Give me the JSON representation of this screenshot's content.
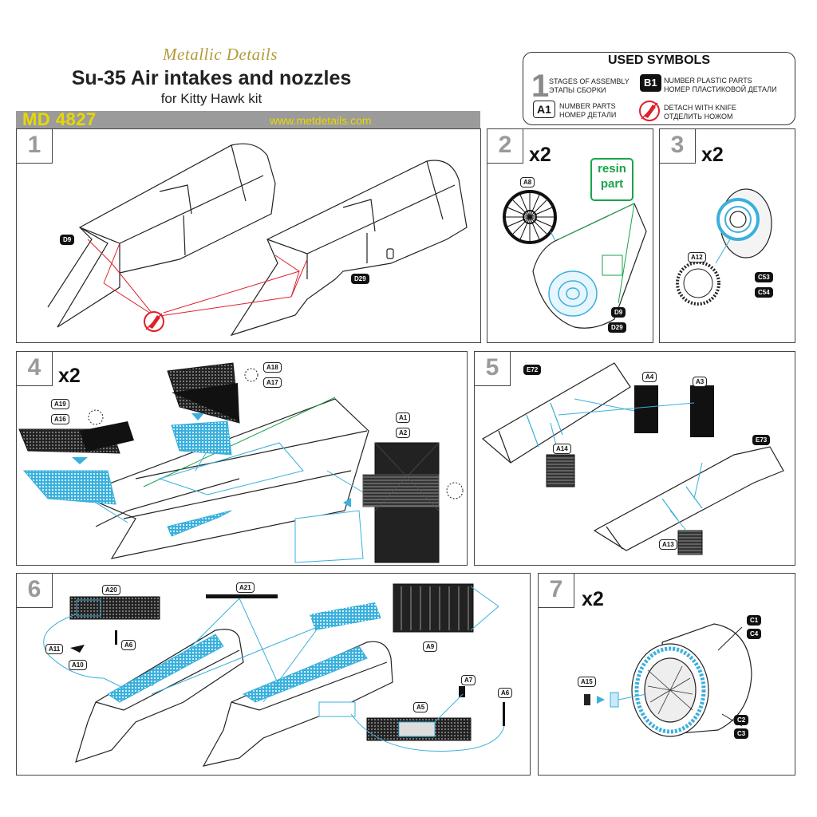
{
  "header": {
    "brand": "Metallic Details",
    "title": "Su-35 Air intakes and nozzles",
    "subtitle": "for Kitty Hawk kit",
    "product_code": "MD 4827",
    "website": "www.metdetails.com"
  },
  "legend": {
    "title": "USED SYMBOLS",
    "stage_sample": "1",
    "stage_en": "STAGES OF ASSEMBLY",
    "stage_ru": "ЭТАПЫ СБОРКИ",
    "plastic_sample": "B1",
    "plastic_en": "NUMBER PLASTIC PARTS",
    "plastic_ru": "НОМЕР ПЛАСТИКОВОЙ ДЕТАЛИ",
    "part_sample": "A1",
    "part_en": "NUMBER PARTS",
    "part_ru": "НОМЕР ДЕТАЛИ",
    "knife_en": "DETACH WITH KNIFE",
    "knife_ru": "ОТДЕЛИТЬ НОЖОМ"
  },
  "steps": [
    {
      "num": "1",
      "qty": "",
      "labels": [
        "D9",
        "D29"
      ]
    },
    {
      "num": "2",
      "qty": "x2",
      "labels": [
        "A8",
        "D9",
        "D29"
      ],
      "note_line1": "resin",
      "note_line2": "part"
    },
    {
      "num": "3",
      "qty": "x2",
      "labels": [
        "A12",
        "C53",
        "C54"
      ]
    },
    {
      "num": "4",
      "qty": "x2",
      "labels": [
        "A19",
        "A16",
        "A18",
        "A17",
        "A1",
        "A2"
      ]
    },
    {
      "num": "5",
      "qty": "",
      "labels": [
        "E72",
        "A4",
        "A3",
        "A14",
        "E73",
        "A13"
      ]
    },
    {
      "num": "6",
      "qty": "",
      "labels": [
        "A20",
        "A21",
        "A9",
        "A11",
        "A6",
        "A10",
        "A7",
        "A5",
        "A6"
      ]
    },
    {
      "num": "7",
      "qty": "x2",
      "labels": [
        "C1",
        "C4",
        "A15",
        "C2",
        "C3"
      ]
    }
  ],
  "colors": {
    "accent_blue": "#3ab0dc",
    "knife_red": "#e0202a",
    "resin_green": "#1aa34a",
    "step_gray": "#9a9a9a"
  }
}
